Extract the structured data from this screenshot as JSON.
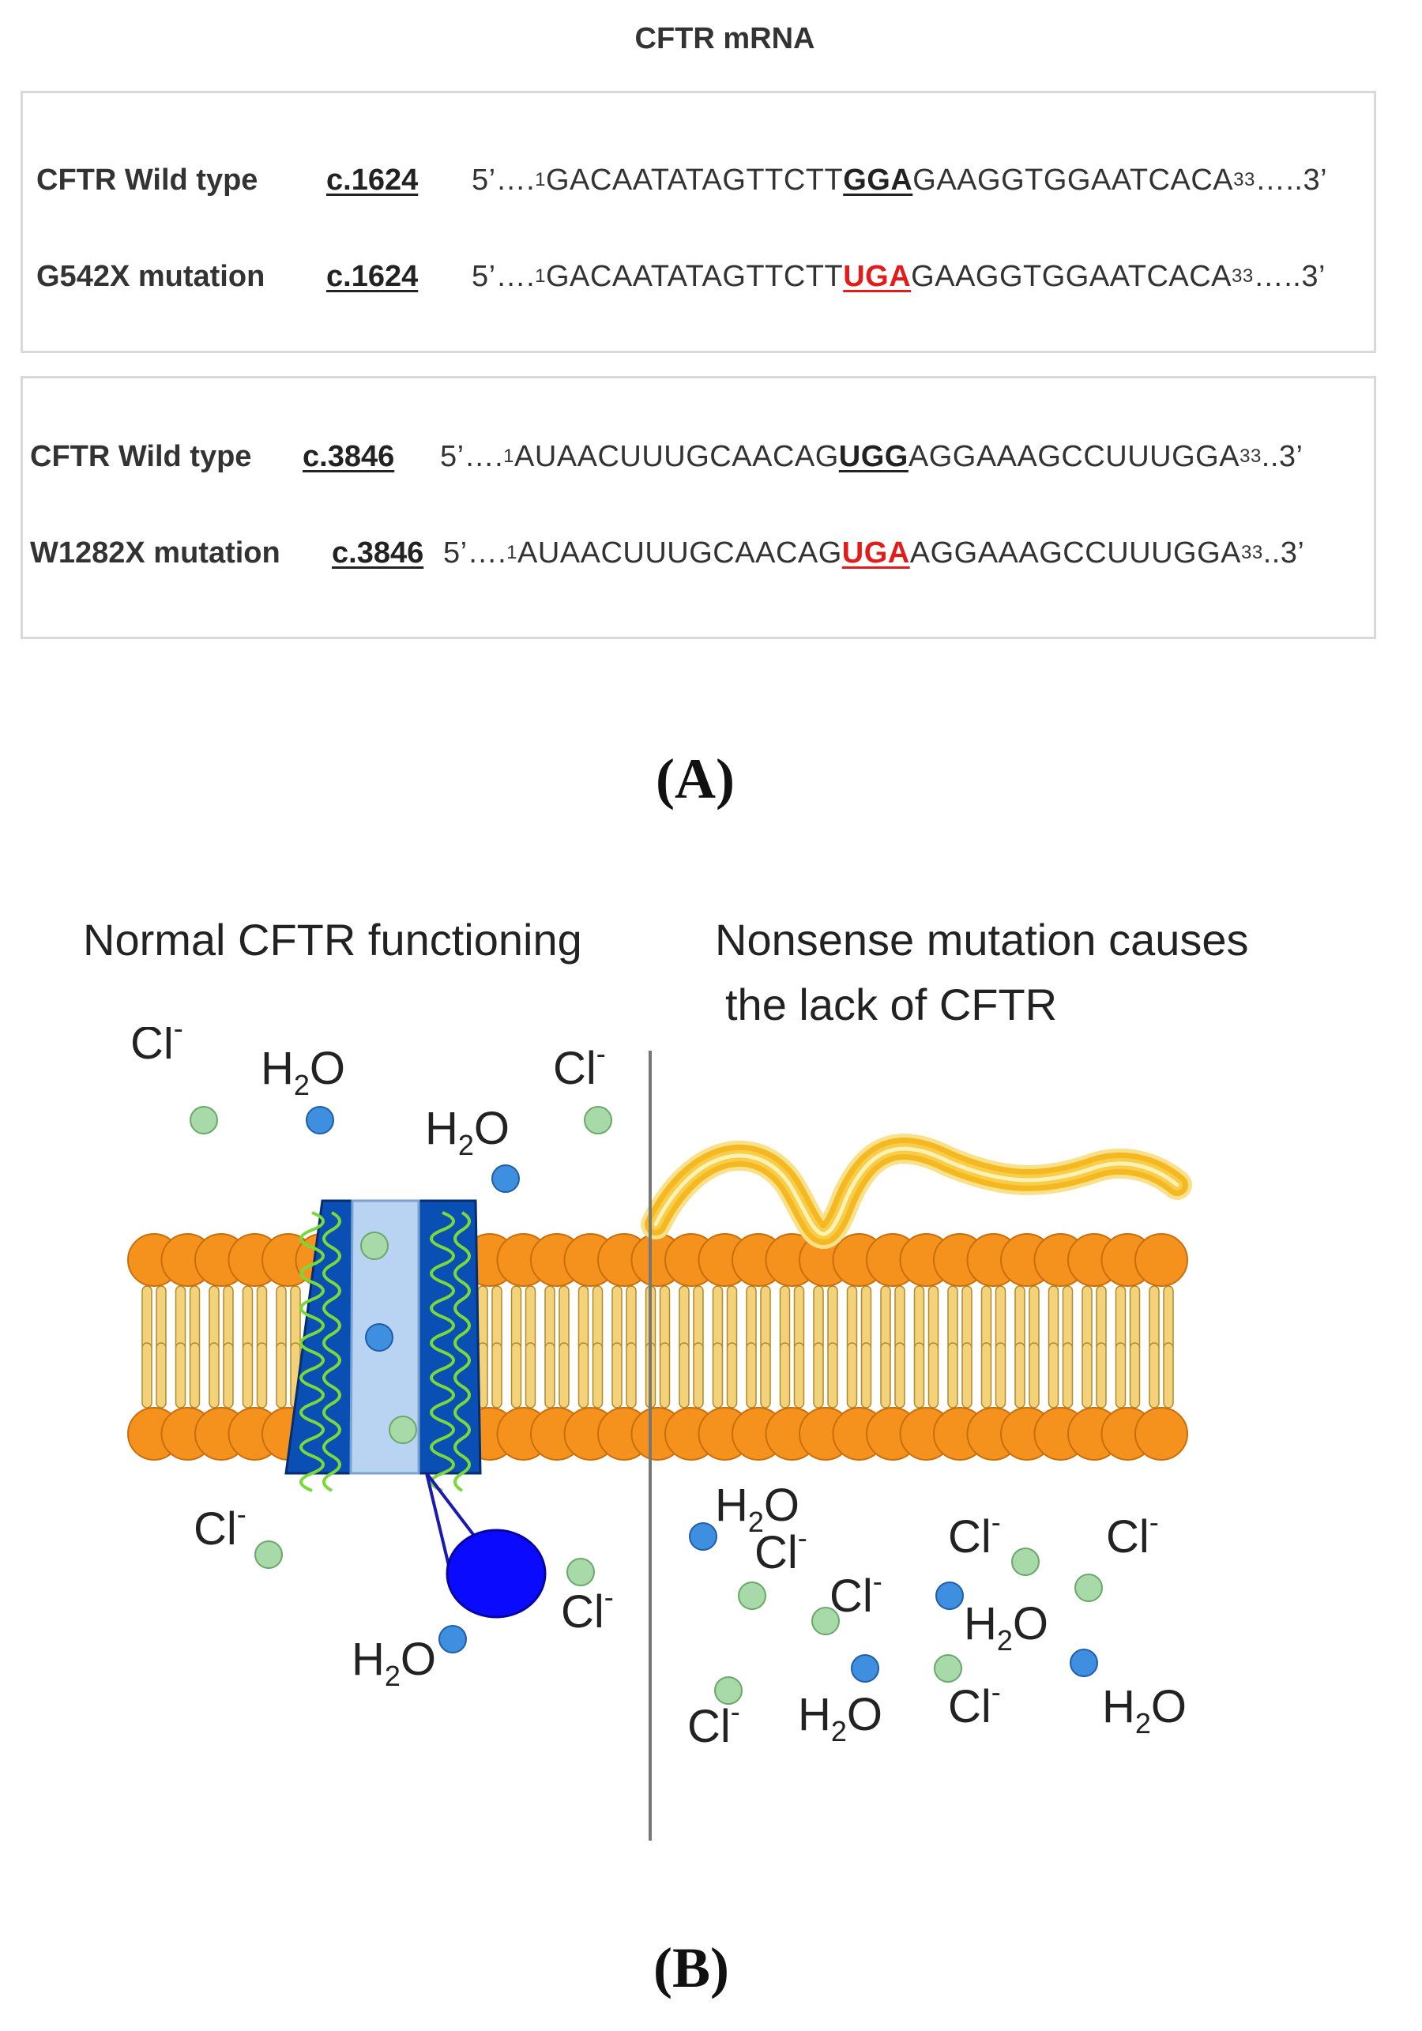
{
  "panel_a": {
    "title": "CFTR mRNA",
    "box1": {
      "rows": [
        {
          "label": "CFTR Wild type",
          "code": "c.1624",
          "prefix": "5’….",
          "start": "1",
          "seq_before": "GACAATATAGTTCTT",
          "codon": "GGA",
          "seq_after": "GAAGGTGGAATCACA",
          "end": "33",
          "suffix": "…..3’",
          "codon_color": "#222222"
        },
        {
          "label": "G542X mutation",
          "code": "c.1624",
          "prefix": "5’….",
          "start": "1",
          "seq_before": "GACAATATAGTTCTT",
          "codon": "UGA",
          "seq_after": "GAAGGTGGAATCACA",
          "end": "33",
          "suffix": "…..3’",
          "codon_color": "#e21b1b"
        }
      ]
    },
    "box2": {
      "rows": [
        {
          "label": "CFTR Wild type",
          "code": "c.3846",
          "prefix": "5’….",
          "start": "1",
          "seq_before": "AUAACUUUGCAACAG",
          "codon": "UGG",
          "seq_after": "AGGAAAGCCUUUGGA",
          "end": "33",
          "suffix": "..3’",
          "codon_color": "#222222"
        },
        {
          "label": "W1282X mutation",
          "code": "c.3846",
          "prefix": "5’….",
          "start": "1",
          "seq_before": "AUAACUUUGCAACAG",
          "codon": "UGA",
          "seq_after": "AGGAAAGCCUUUGGA",
          "end": "33",
          "suffix": "..3’",
          "codon_color": "#e21b1b"
        }
      ]
    },
    "label": "(A)"
  },
  "panel_b": {
    "left_heading": "Normal CFTR functioning",
    "right_heading_line1": "Nonsense mutation causes",
    "right_heading_line2": "the lack of CFTR",
    "chloride": "Cl",
    "chloride_charge": "-",
    "water_h": "H",
    "water_sub": "2",
    "water_o": "O",
    "label": "(B)",
    "colors": {
      "head": "#f5921e",
      "tail": "#f3d27a",
      "chloride": "#a8d9a8",
      "water": "#3e8fe0",
      "channel_body": "#0a4fb4",
      "channel_core": "#b8d4f2",
      "channel_squiggle": "#7ad93a",
      "domain": "#0a0aff",
      "mrna": "#f6b820",
      "divider": "#777777"
    }
  }
}
